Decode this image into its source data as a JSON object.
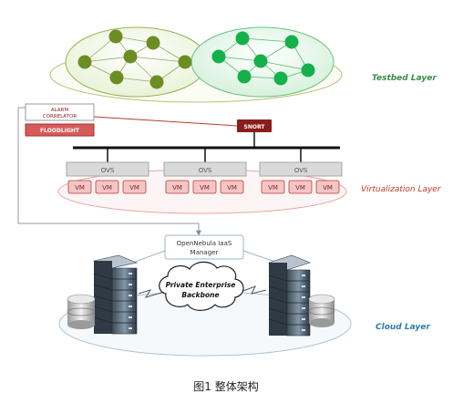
{
  "layers": {
    "testbed": "Testbed Layer",
    "virtualization": "Virtualization Layer",
    "cloud": "Cloud Layer"
  },
  "components": {
    "alarm_correlator_line1": "ALARM",
    "alarm_correlator_line2": "CORRELATOR",
    "floodlight": "FLOODLIGHT",
    "snort": "SNORT",
    "ovs": [
      "OVS",
      "OVS",
      "OVS"
    ],
    "vm_label": "VM",
    "opennebula_line1": "OpenNebula IaaS",
    "opennebula_line2": "Manager",
    "backbone_line1": "Private Enterprise",
    "backbone_line2": "Backbone"
  },
  "caption": "图1 整体架构",
  "colors": {
    "layer_label": "#2e7fa8",
    "testbed_label": "#3c8a4a",
    "olive_node": "#6b8e23",
    "green_node": "#14b04a",
    "snort": "#8b1c1c",
    "vm_fill": "#f3c6c6",
    "vm_stroke": "#c0392b",
    "ovs_fill": "#d9d9d9",
    "red_line": "#c0392b"
  }
}
